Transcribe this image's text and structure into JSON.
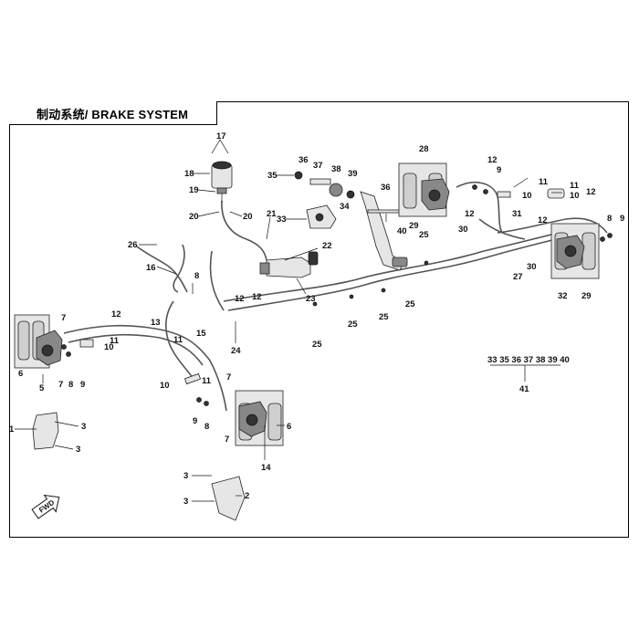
{
  "title": "制动系统/ BRAKE SYSTEM",
  "fwd_label": "FWD",
  "kit_parts": "33 35 36 37 38 39 40",
  "kit_number": "41",
  "callouts": [
    "17",
    "18",
    "19",
    "20",
    "20",
    "21",
    "33",
    "34",
    "35",
    "36",
    "37",
    "38",
    "39",
    "36",
    "22",
    "26",
    "16",
    "8",
    "13",
    "12",
    "15",
    "11",
    "10",
    "24",
    "12",
    "23",
    "25",
    "25",
    "25",
    "25",
    "25",
    "40",
    "28",
    "29",
    "30",
    "12",
    "9",
    "11",
    "10",
    "11",
    "10",
    "12",
    "31",
    "12",
    "27",
    "30",
    "32",
    "29",
    "8",
    "9",
    "12",
    "7",
    "6",
    "5",
    "7",
    "8",
    "9",
    "11",
    "12",
    "10",
    "11",
    "9",
    "8",
    "7",
    "7",
    "6",
    "14",
    "1",
    "3",
    "3",
    "3",
    "3",
    "2"
  ]
}
